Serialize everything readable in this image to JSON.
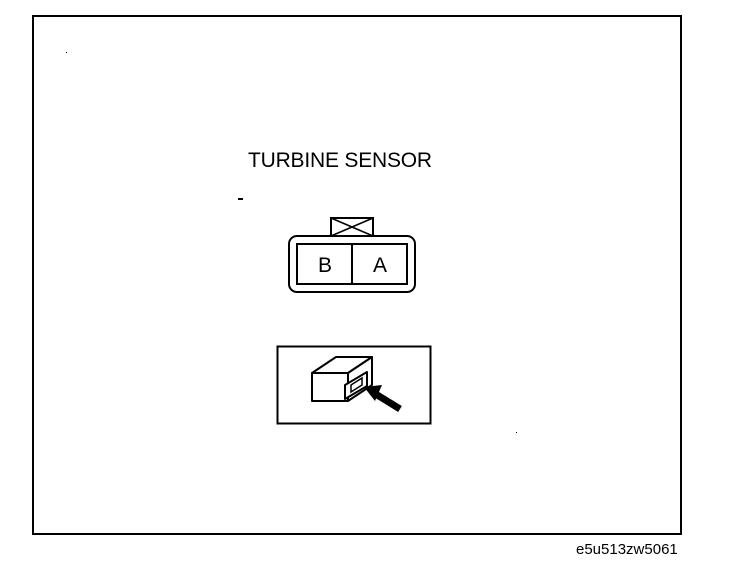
{
  "diagram": {
    "title": "TURBINE SENSOR",
    "connector": {
      "pins": [
        "B",
        "A"
      ]
    },
    "view_icon": "connector-front-view-icon",
    "image_code": "e5u513zw5061"
  }
}
